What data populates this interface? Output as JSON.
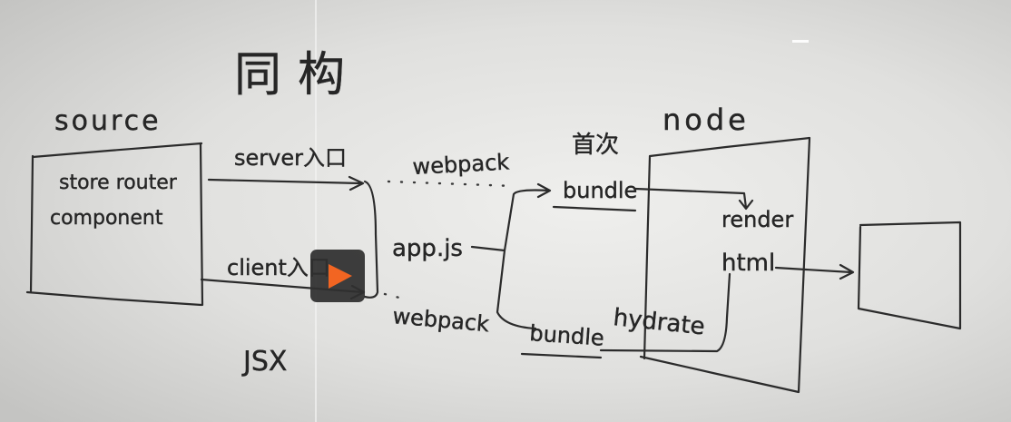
{
  "title": "同构",
  "labels": {
    "source": "source",
    "source_box_line1": "store router",
    "source_box_line2": "component",
    "server_entry": "server入口",
    "client_entry": "client入口",
    "jsx": "JSX",
    "webpack_top": "webpack",
    "webpack_bottom": "webpack",
    "app": "app.js",
    "first_time": "首次",
    "bundle_top": "bundle",
    "bundle_bottom": "bundle",
    "node": "node",
    "render": "render",
    "html": "html",
    "hydrate": "hydrate"
  },
  "video": {
    "icon": "play-icon",
    "accent": "#f26522",
    "button_bg": "#2f2f2f"
  },
  "colors": {
    "ink": "#2b2b2b",
    "board": "#e6e5e3"
  }
}
